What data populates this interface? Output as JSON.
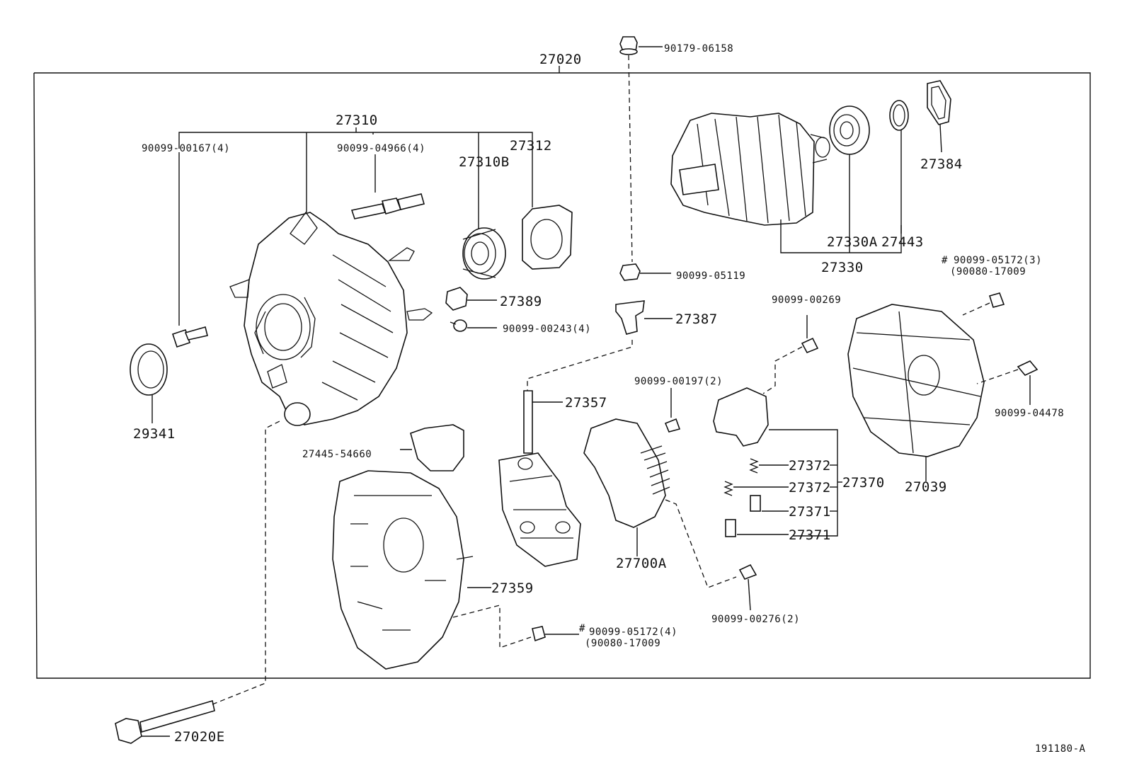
{
  "diagram_id": "191180-A",
  "labels": {
    "p27020": "27020",
    "p90179_06158": "90179-06158",
    "p27310": "27310",
    "p90099_00167": "90099-00167(4)",
    "p90099_04966": "90099-04966(4)",
    "p27312": "27312",
    "p27310B": "27310B",
    "p27384": "27384",
    "p27330A": "27330A",
    "p27443": "27443",
    "p27330": "27330",
    "p90099_05119": "90099-05119",
    "p90099_05172_3": "90099-05172(3)",
    "p90080_17009_a": "(90080-17009",
    "p27389": "27389",
    "p90099_00243": "90099-00243(4)",
    "p27387": "27387",
    "p90099_00269": "90099-00269",
    "p29341": "29341",
    "p27357": "27357",
    "p90099_00197": "90099-00197(2)",
    "p90099_04478": "90099-04478",
    "p27445": "27445-54660",
    "p27372a": "27372",
    "p27372b": "27372",
    "p27370": "27370",
    "p27039": "27039",
    "p27371a": "27371",
    "p27371b": "27371",
    "p27700A": "27700A",
    "p27359": "27359",
    "p90099_00276": "90099-00276(2)",
    "p90099_05172_4": "90099-05172(4)",
    "p90080_17009_b": "(90080-17009",
    "p27020E": "27020E",
    "hash1": "#",
    "hash2": "#"
  }
}
